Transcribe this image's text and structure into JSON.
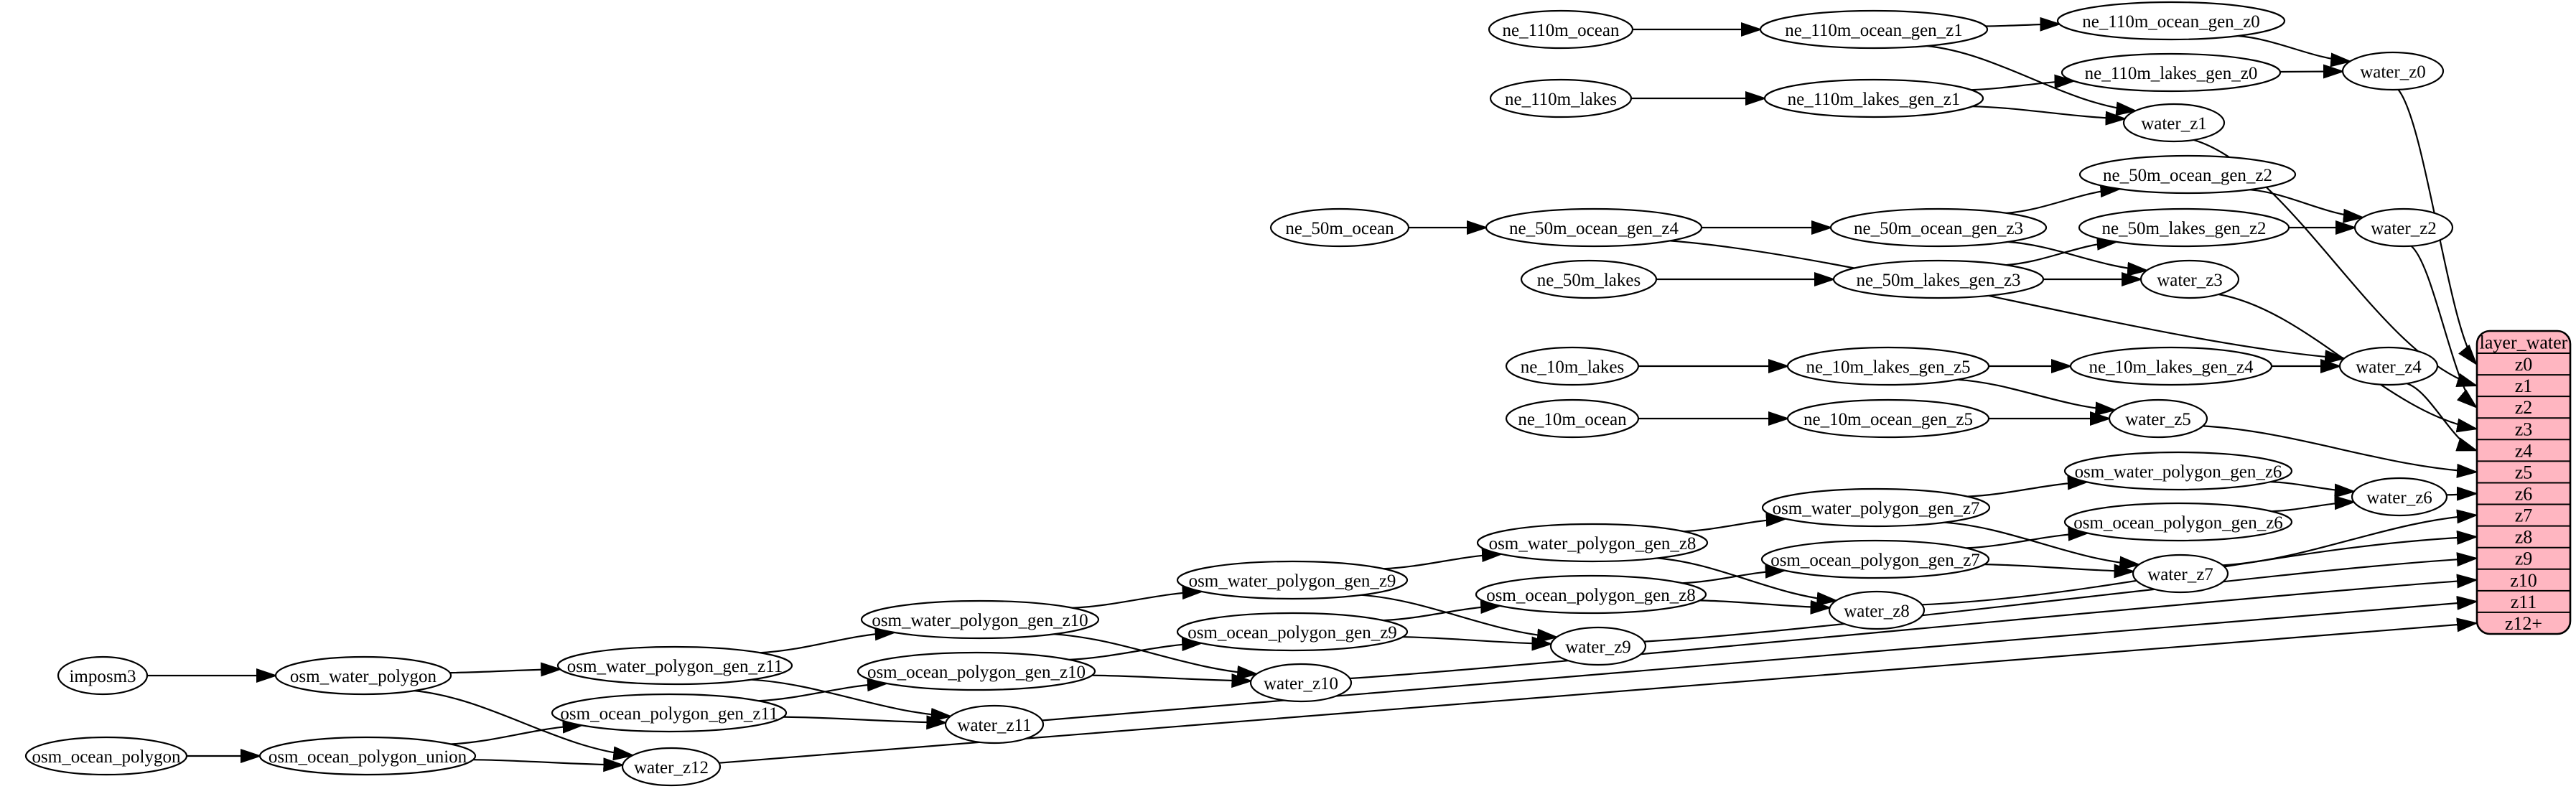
{
  "diagram": {
    "background_color": "#ffffff",
    "node_fill": "#ffffff",
    "node_stroke": "#000000",
    "edge_color": "#000000",
    "table": {
      "title": "layer_water",
      "fill": "#ffb6c1",
      "rows": [
        "z0",
        "z1",
        "z2",
        "z3",
        "z4",
        "z5",
        "z6",
        "z7",
        "z8",
        "z9",
        "z10",
        "z11",
        "z12+"
      ]
    },
    "nodes": [
      {
        "id": "ne_110m_ocean",
        "label": "ne_110m_ocean"
      },
      {
        "id": "ne_110m_ocean_gen_z1",
        "label": "ne_110m_ocean_gen_z1"
      },
      {
        "id": "ne_110m_ocean_gen_z0",
        "label": "ne_110m_ocean_gen_z0"
      },
      {
        "id": "ne_110m_lakes",
        "label": "ne_110m_lakes"
      },
      {
        "id": "ne_110m_lakes_gen_z1",
        "label": "ne_110m_lakes_gen_z1"
      },
      {
        "id": "ne_110m_lakes_gen_z0",
        "label": "ne_110m_lakes_gen_z0"
      },
      {
        "id": "water_z0",
        "label": "water_z0"
      },
      {
        "id": "water_z1",
        "label": "water_z1"
      },
      {
        "id": "ne_50m_ocean",
        "label": "ne_50m_ocean"
      },
      {
        "id": "ne_50m_ocean_gen_z4",
        "label": "ne_50m_ocean_gen_z4"
      },
      {
        "id": "ne_50m_ocean_gen_z3",
        "label": "ne_50m_ocean_gen_z3"
      },
      {
        "id": "ne_50m_ocean_gen_z2",
        "label": "ne_50m_ocean_gen_z2"
      },
      {
        "id": "ne_50m_lakes",
        "label": "ne_50m_lakes"
      },
      {
        "id": "ne_50m_lakes_gen_z3",
        "label": "ne_50m_lakes_gen_z3"
      },
      {
        "id": "ne_50m_lakes_gen_z2",
        "label": "ne_50m_lakes_gen_z2"
      },
      {
        "id": "water_z2",
        "label": "water_z2"
      },
      {
        "id": "water_z3",
        "label": "water_z3"
      },
      {
        "id": "ne_10m_lakes",
        "label": "ne_10m_lakes"
      },
      {
        "id": "ne_10m_lakes_gen_z5",
        "label": "ne_10m_lakes_gen_z5"
      },
      {
        "id": "ne_10m_lakes_gen_z4",
        "label": "ne_10m_lakes_gen_z4"
      },
      {
        "id": "water_z4",
        "label": "water_z4"
      },
      {
        "id": "ne_10m_ocean",
        "label": "ne_10m_ocean"
      },
      {
        "id": "ne_10m_ocean_gen_z5",
        "label": "ne_10m_ocean_gen_z5"
      },
      {
        "id": "water_z5",
        "label": "water_z5"
      },
      {
        "id": "osm_water_polygon_gen_z6",
        "label": "osm_water_polygon_gen_z6"
      },
      {
        "id": "osm_ocean_polygon_gen_z6",
        "label": "osm_ocean_polygon_gen_z6"
      },
      {
        "id": "water_z6",
        "label": "water_z6"
      },
      {
        "id": "osm_water_polygon_gen_z7",
        "label": "osm_water_polygon_gen_z7"
      },
      {
        "id": "osm_ocean_polygon_gen_z7",
        "label": "osm_ocean_polygon_gen_z7"
      },
      {
        "id": "water_z7",
        "label": "water_z7"
      },
      {
        "id": "osm_water_polygon_gen_z8",
        "label": "osm_water_polygon_gen_z8"
      },
      {
        "id": "osm_ocean_polygon_gen_z8",
        "label": "osm_ocean_polygon_gen_z8"
      },
      {
        "id": "water_z8",
        "label": "water_z8"
      },
      {
        "id": "osm_water_polygon_gen_z9",
        "label": "osm_water_polygon_gen_z9"
      },
      {
        "id": "osm_ocean_polygon_gen_z9",
        "label": "osm_ocean_polygon_gen_z9"
      },
      {
        "id": "water_z9",
        "label": "water_z9"
      },
      {
        "id": "osm_water_polygon_gen_z10",
        "label": "osm_water_polygon_gen_z10"
      },
      {
        "id": "osm_ocean_polygon_gen_z10",
        "label": "osm_ocean_polygon_gen_z10"
      },
      {
        "id": "water_z10",
        "label": "water_z10"
      },
      {
        "id": "osm_water_polygon_gen_z11",
        "label": "osm_water_polygon_gen_z11"
      },
      {
        "id": "osm_ocean_polygon_gen_z11",
        "label": "osm_ocean_polygon_gen_z11"
      },
      {
        "id": "water_z11",
        "label": "water_z11"
      },
      {
        "id": "imposm3",
        "label": "imposm3"
      },
      {
        "id": "osm_water_polygon",
        "label": "osm_water_polygon"
      },
      {
        "id": "osm_ocean_polygon",
        "label": "osm_ocean_polygon"
      },
      {
        "id": "osm_ocean_polygon_union",
        "label": "osm_ocean_polygon_union"
      },
      {
        "id": "water_z12",
        "label": "water_z12"
      }
    ],
    "edges": [
      {
        "from": "ne_110m_ocean",
        "to": "ne_110m_ocean_gen_z1"
      },
      {
        "from": "ne_110m_ocean_gen_z1",
        "to": "ne_110m_ocean_gen_z0"
      },
      {
        "from": "ne_110m_ocean_gen_z1",
        "to": "water_z1"
      },
      {
        "from": "ne_110m_lakes",
        "to": "ne_110m_lakes_gen_z1"
      },
      {
        "from": "ne_110m_lakes_gen_z1",
        "to": "ne_110m_lakes_gen_z0"
      },
      {
        "from": "ne_110m_lakes_gen_z1",
        "to": "water_z1"
      },
      {
        "from": "ne_110m_ocean_gen_z0",
        "to": "water_z0"
      },
      {
        "from": "ne_110m_lakes_gen_z0",
        "to": "water_z0"
      },
      {
        "from": "water_z0",
        "to": "table:z0"
      },
      {
        "from": "water_z1",
        "to": "table:z1"
      },
      {
        "from": "ne_50m_ocean",
        "to": "ne_50m_ocean_gen_z4"
      },
      {
        "from": "ne_50m_ocean_gen_z4",
        "to": "ne_50m_ocean_gen_z3"
      },
      {
        "from": "ne_50m_ocean_gen_z4",
        "to": "water_z4"
      },
      {
        "from": "ne_50m_lakes",
        "to": "ne_50m_lakes_gen_z3"
      },
      {
        "from": "ne_50m_ocean_gen_z3",
        "to": "ne_50m_ocean_gen_z2"
      },
      {
        "from": "ne_50m_ocean_gen_z3",
        "to": "water_z3"
      },
      {
        "from": "ne_50m_lakes_gen_z3",
        "to": "ne_50m_lakes_gen_z2"
      },
      {
        "from": "ne_50m_lakes_gen_z3",
        "to": "water_z3"
      },
      {
        "from": "ne_50m_ocean_gen_z2",
        "to": "water_z2"
      },
      {
        "from": "ne_50m_lakes_gen_z2",
        "to": "water_z2"
      },
      {
        "from": "water_z2",
        "to": "table:z2"
      },
      {
        "from": "water_z3",
        "to": "table:z3"
      },
      {
        "from": "ne_10m_lakes",
        "to": "ne_10m_lakes_gen_z5"
      },
      {
        "from": "ne_10m_lakes_gen_z5",
        "to": "ne_10m_lakes_gen_z4"
      },
      {
        "from": "ne_10m_lakes_gen_z5",
        "to": "water_z5"
      },
      {
        "from": "ne_10m_lakes_gen_z4",
        "to": "water_z4"
      },
      {
        "from": "ne_10m_ocean",
        "to": "ne_10m_ocean_gen_z5"
      },
      {
        "from": "ne_10m_ocean_gen_z5",
        "to": "water_z5"
      },
      {
        "from": "water_z4",
        "to": "table:z4"
      },
      {
        "from": "water_z5",
        "to": "table:z5"
      },
      {
        "from": "imposm3",
        "to": "osm_water_polygon"
      },
      {
        "from": "osm_water_polygon",
        "to": "osm_water_polygon_gen_z11"
      },
      {
        "from": "osm_water_polygon",
        "to": "water_z12"
      },
      {
        "from": "osm_ocean_polygon",
        "to": "osm_ocean_polygon_union"
      },
      {
        "from": "osm_ocean_polygon_union",
        "to": "osm_ocean_polygon_gen_z11"
      },
      {
        "from": "osm_ocean_polygon_union",
        "to": "water_z12"
      },
      {
        "from": "osm_water_polygon_gen_z11",
        "to": "osm_water_polygon_gen_z10"
      },
      {
        "from": "osm_water_polygon_gen_z11",
        "to": "water_z11"
      },
      {
        "from": "osm_ocean_polygon_gen_z11",
        "to": "osm_ocean_polygon_gen_z10"
      },
      {
        "from": "osm_ocean_polygon_gen_z11",
        "to": "water_z11"
      },
      {
        "from": "osm_water_polygon_gen_z10",
        "to": "osm_water_polygon_gen_z9"
      },
      {
        "from": "osm_water_polygon_gen_z10",
        "to": "water_z10"
      },
      {
        "from": "osm_ocean_polygon_gen_z10",
        "to": "osm_ocean_polygon_gen_z9"
      },
      {
        "from": "osm_ocean_polygon_gen_z10",
        "to": "water_z10"
      },
      {
        "from": "osm_water_polygon_gen_z9",
        "to": "osm_water_polygon_gen_z8"
      },
      {
        "from": "osm_water_polygon_gen_z9",
        "to": "water_z9"
      },
      {
        "from": "osm_ocean_polygon_gen_z9",
        "to": "osm_ocean_polygon_gen_z8"
      },
      {
        "from": "osm_ocean_polygon_gen_z9",
        "to": "water_z9"
      },
      {
        "from": "osm_water_polygon_gen_z8",
        "to": "osm_water_polygon_gen_z7"
      },
      {
        "from": "osm_water_polygon_gen_z8",
        "to": "water_z8"
      },
      {
        "from": "osm_ocean_polygon_gen_z8",
        "to": "osm_ocean_polygon_gen_z7"
      },
      {
        "from": "osm_ocean_polygon_gen_z8",
        "to": "water_z8"
      },
      {
        "from": "osm_water_polygon_gen_z7",
        "to": "osm_water_polygon_gen_z6"
      },
      {
        "from": "osm_water_polygon_gen_z7",
        "to": "water_z7"
      },
      {
        "from": "osm_ocean_polygon_gen_z7",
        "to": "osm_ocean_polygon_gen_z6"
      },
      {
        "from": "osm_ocean_polygon_gen_z7",
        "to": "water_z7"
      },
      {
        "from": "osm_water_polygon_gen_z6",
        "to": "water_z6"
      },
      {
        "from": "osm_ocean_polygon_gen_z6",
        "to": "water_z6"
      },
      {
        "from": "water_z6",
        "to": "table:z6"
      },
      {
        "from": "water_z7",
        "to": "table:z7"
      },
      {
        "from": "water_z8",
        "to": "table:z8"
      },
      {
        "from": "water_z9",
        "to": "table:z9"
      },
      {
        "from": "water_z10",
        "to": "table:z10"
      },
      {
        "from": "water_z11",
        "to": "table:z11"
      },
      {
        "from": "water_z12",
        "to": "table:z12+"
      }
    ]
  }
}
